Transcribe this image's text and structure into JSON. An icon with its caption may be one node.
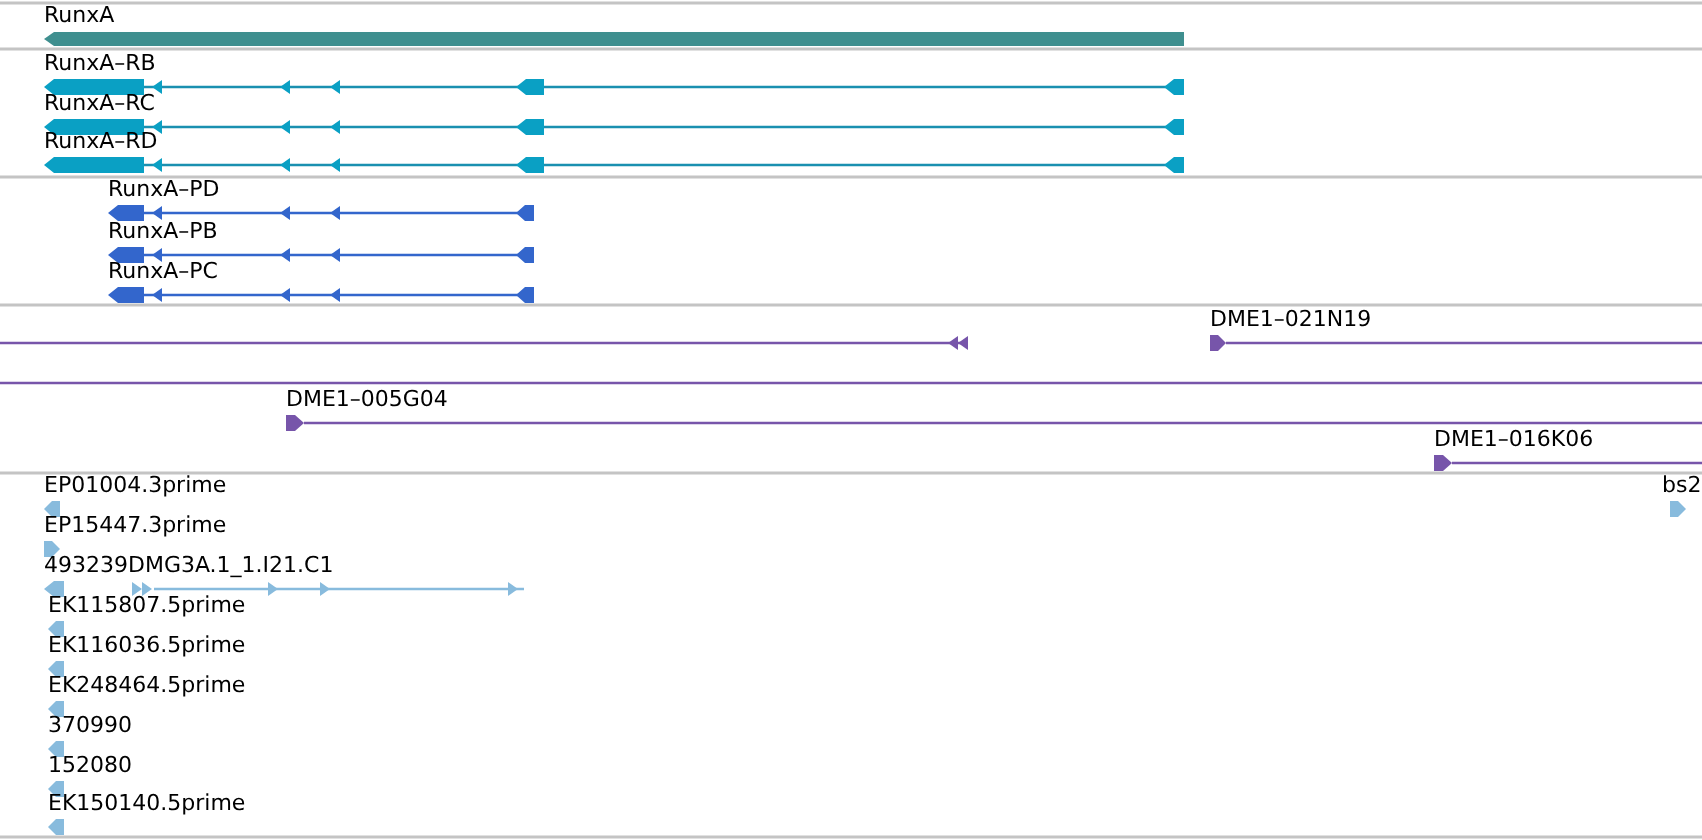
{
  "diagram": {
    "nodes": [
      {
        "text": [
          "RunxA"
        ]
      },
      {
        "text": [
          "RunxA–RB"
        ]
      },
      {
        "text": [
          "RunxA–RC"
        ]
      },
      {
        "text": [
          "RunxA–RD"
        ]
      },
      {
        "text": [
          "RunxA–PD"
        ]
      },
      {
        "text": [
          "RunxA–PB"
        ]
      },
      {
        "text": [
          "RunxA–PC"
        ]
      },
      {
        "text": [],
        "shape": "bar"
      },
      {
        "text": [
          "DME1–021N19"
        ]
      },
      {
        "text": [],
        "shape": "bar"
      },
      {
        "text": [
          "DME1–005G04"
        ]
      },
      {
        "text": [
          "DME1–016K06"
        ]
      },
      {
        "text": [
          "EP01004.3prime"
        ]
      },
      {
        "text": [
          "EP15447.3prime"
        ]
      },
      {
        "text": [
          "493239DMG3A.1_1.I21.C1"
        ]
      },
      {
        "text": [
          "EK115807.5prime"
        ]
      },
      {
        "text": [
          "EK116036.5prime"
        ]
      },
      {
        "text": [
          "EK248464.5prime"
        ]
      },
      {
        "text": [
          "370990"
        ]
      },
      {
        "text": [
          "152080"
        ]
      },
      {
        "text": [
          "EK150140.5prime"
        ]
      },
      {
        "text": [
          "bs2"
        ]
      }
    ]
  }
}
